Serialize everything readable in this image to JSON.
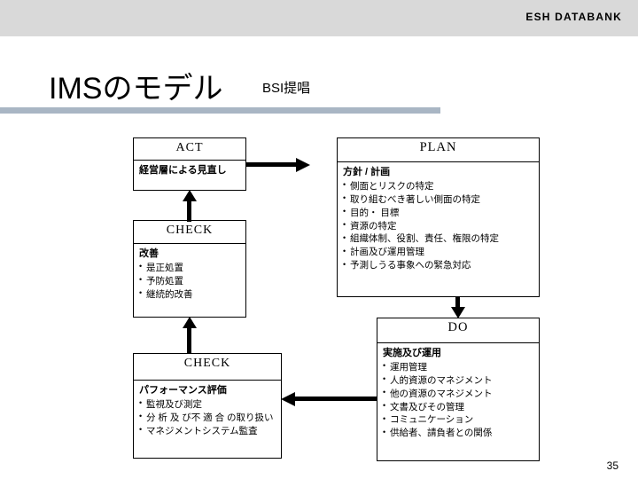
{
  "header": {
    "brand": "ESH  DATABANK",
    "band_color": "#d9d9d9"
  },
  "title": {
    "main": "IMSのモデル",
    "sub": "BSI提唱",
    "rule_color": "#a9b6c4"
  },
  "diagram": {
    "type": "pdca-cycle-flow",
    "boxes": [
      {
        "id": "act",
        "head": "ACT",
        "body_title": "経営層による見直し",
        "bullets": []
      },
      {
        "id": "check-top",
        "head": "CHECK",
        "body_title": "改善",
        "bullets": [
          "是正処置",
          "予防処置",
          "継続的改善"
        ]
      },
      {
        "id": "plan",
        "head": "PLAN",
        "body_title": "方針 / 計画",
        "bullets": [
          "側面とリスクの特定",
          "取り組むべき著しい側面の特定",
          "目的・ 目標",
          "資源の特定",
          "組織体制、役割、責任、権限の特定",
          "計画及び運用管理",
          "予測しうる事象への緊急対応"
        ]
      },
      {
        "id": "do",
        "head": "DO",
        "body_title": "実施及び運用",
        "bullets": [
          "運用管理",
          "人的資源のマネジメント",
          "他の資源のマネジメント",
          "文書及びその管理",
          "コミュニケーション",
          "供給者、請負者との関係"
        ]
      },
      {
        "id": "check-bottom",
        "head": "CHECK",
        "body_title": "パフォーマンス評価",
        "bullets": [
          "監視及び測定",
          "分 析 及 び不 適 合 の取り扱い",
          "マネジメントシステム監査"
        ]
      }
    ],
    "arrows": [
      {
        "id": "act-to-plan",
        "direction": "right"
      },
      {
        "id": "check-top-to-act",
        "direction": "up"
      },
      {
        "id": "check-bottom-to-check-top",
        "direction": "up"
      },
      {
        "id": "plan-to-do",
        "direction": "down"
      },
      {
        "id": "do-to-check-bottom",
        "direction": "left"
      }
    ]
  },
  "footer": {
    "page_number": "35"
  }
}
